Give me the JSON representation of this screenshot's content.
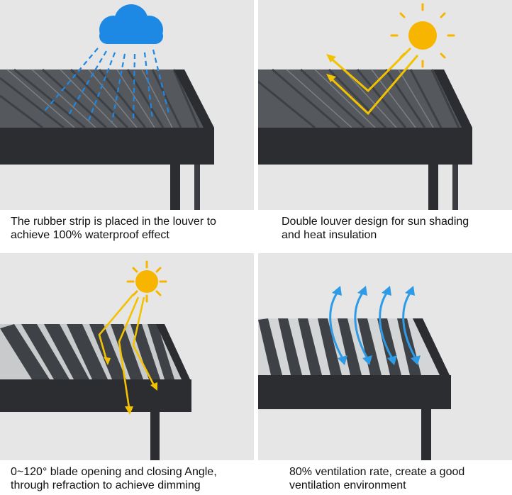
{
  "panels": [
    {
      "id": "waterproof",
      "caption_line1": "The rubber strip is placed in the louver to",
      "caption_line2": "achieve 100% waterproof effect",
      "icon": "rain-cloud-icon"
    },
    {
      "id": "sun-shading",
      "caption_line1": "Double louver design for sun shading",
      "caption_line2": "and heat insulation",
      "icon": "sun-icon"
    },
    {
      "id": "dimming",
      "caption_line1": "0~120° blade opening and closing Angle,",
      "caption_line2": "through refraction to achieve dimming",
      "icon": "sun-icon"
    },
    {
      "id": "ventilation",
      "caption_line1": "80% ventilation rate, create a good",
      "caption_line2": "ventilation environment",
      "icon": "airflow-arrows-icon"
    }
  ],
  "colors": {
    "photo_background": "#e6e6e6",
    "frame": "#2b2d31",
    "louver": "#53565b",
    "rain_cloud": "#1e88e5",
    "sun": "#f7b500",
    "light_ray": "#f2c200",
    "airflow": "#2e9be6"
  }
}
